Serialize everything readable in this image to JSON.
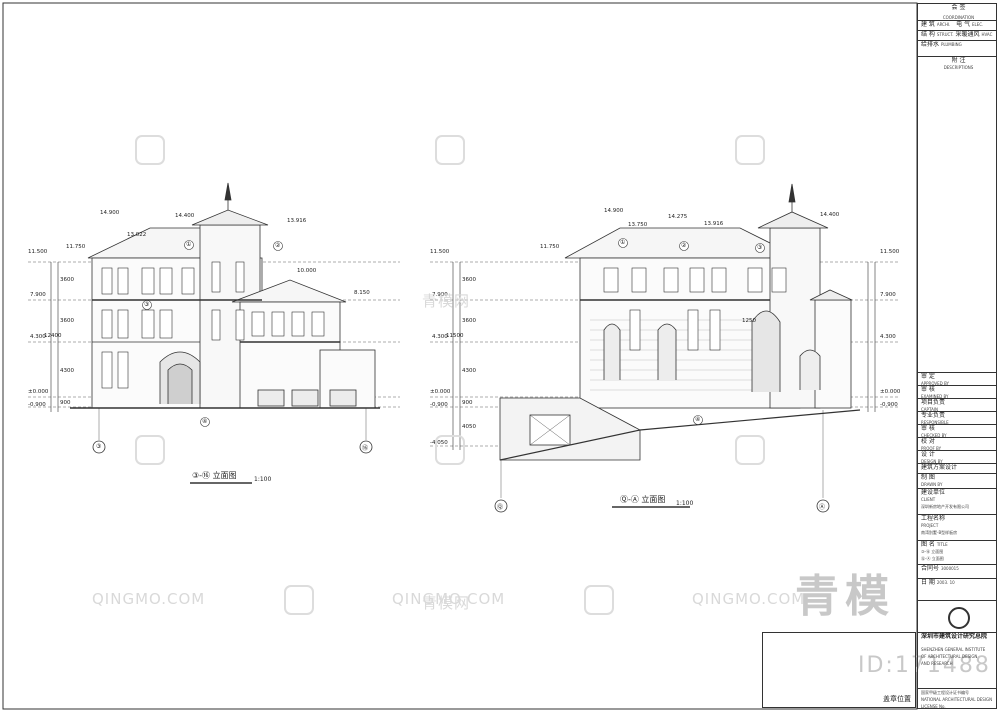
{
  "drawing": {
    "left_elevation": {
      "title": "③-⑯ 立面图",
      "scale": "1:100",
      "axis_start": "③",
      "axis_end": "⑯",
      "levels": [
        "11.500",
        "7.900",
        "4.300",
        "±0.000",
        "-0.900"
      ],
      "heights": [
        "3600",
        "3600",
        "4300",
        "900",
        "12400"
      ],
      "roof_marks": [
        "14.900",
        "14.400",
        "13.916",
        "13.022",
        "11.750",
        "10.000",
        "8.150"
      ],
      "material_tags": [
        "①",
        "②",
        "③",
        "④"
      ]
    },
    "right_elevation": {
      "title": "Ⓠ-Ⓐ 立面图",
      "scale": "1:100",
      "axis_start": "Ⓠ",
      "axis_end": "Ⓐ",
      "levels": [
        "11.500",
        "7.900",
        "4.300",
        "±0.000",
        "-0.900",
        "-4.050"
      ],
      "heights": [
        "3600",
        "3600",
        "4300",
        "900",
        "4050",
        "11500"
      ],
      "roof_marks": [
        "14.900",
        "14.275",
        "13.916",
        "13.750",
        "14.400",
        "11.750"
      ],
      "right_levels": [
        "11.500",
        "7.900",
        "4.300",
        "±0.000",
        "-0.900"
      ],
      "dim_tag": "1250",
      "material_tags": [
        "①",
        "②",
        "③",
        "④"
      ]
    }
  },
  "title_block": {
    "countersign": "会 签",
    "countersign_en": "COORDINATION",
    "arch": "建 筑",
    "arch_en": "ARCHI.",
    "elec": "电 气",
    "elec_en": "ELEC.",
    "struct": "结 构",
    "struct_en": "STRUCT.",
    "hvac": "采暖通风",
    "hvac_en": "HVAC",
    "plumb": "给排水",
    "plumb_en": "PLUMBING",
    "notes": "附 注",
    "notes_en": "DESCRIPTIONS",
    "approve": "审 定",
    "approve_en": "APPROVED BY",
    "review": "审 核",
    "review_en": "EXAMINED BY",
    "pm": "项目负责",
    "pm_en": "CAPTAIN",
    "spec": "专业负责",
    "spec_en": "RESPONSIBLE",
    "check": "审 核",
    "check_en": "CHECKED BY",
    "proof": "校 对",
    "proof_en": "PROOF BY",
    "design": "设 计",
    "design_en": "DESIGN BY",
    "scheme": "建筑方案设计",
    "draw": "制 图",
    "draw_en": "DRAWN BY",
    "client": "建设单位",
    "client_en": "CLIENT",
    "client_name": "深圳新房地产开发有限公司",
    "project": "工程名称",
    "project_en": "PROJECT",
    "project_name": "南湾别墅-B型样板房",
    "drawing_name": "图 名",
    "drawing_name_en": "TITLE",
    "drawing_1": "③-⑯ 立面图",
    "drawing_2": "Ⓠ-Ⓐ 立面图",
    "contract": "合同号",
    "contract_val": "3000015",
    "date_label": "日 期",
    "date_val": "2003. 10",
    "institute": "深圳市建筑设计研究总院",
    "institute_en_1": "SHENZHEN GENERAL INSTITUTE",
    "institute_en_2": "OF ARCHITECTURAL DESIGN",
    "institute_en_3": "AND RESEARCH",
    "license": "国家甲级工程设计证书编号",
    "license_en": "NATIONAL ARCHITECTURAL DESIGN LICENSE No.",
    "seal_place": "盖章位置"
  },
  "watermark": {
    "brand": "QINGMO.COM",
    "brand_cn": "青模网",
    "big": "青模",
    "id": "ID:171488"
  }
}
